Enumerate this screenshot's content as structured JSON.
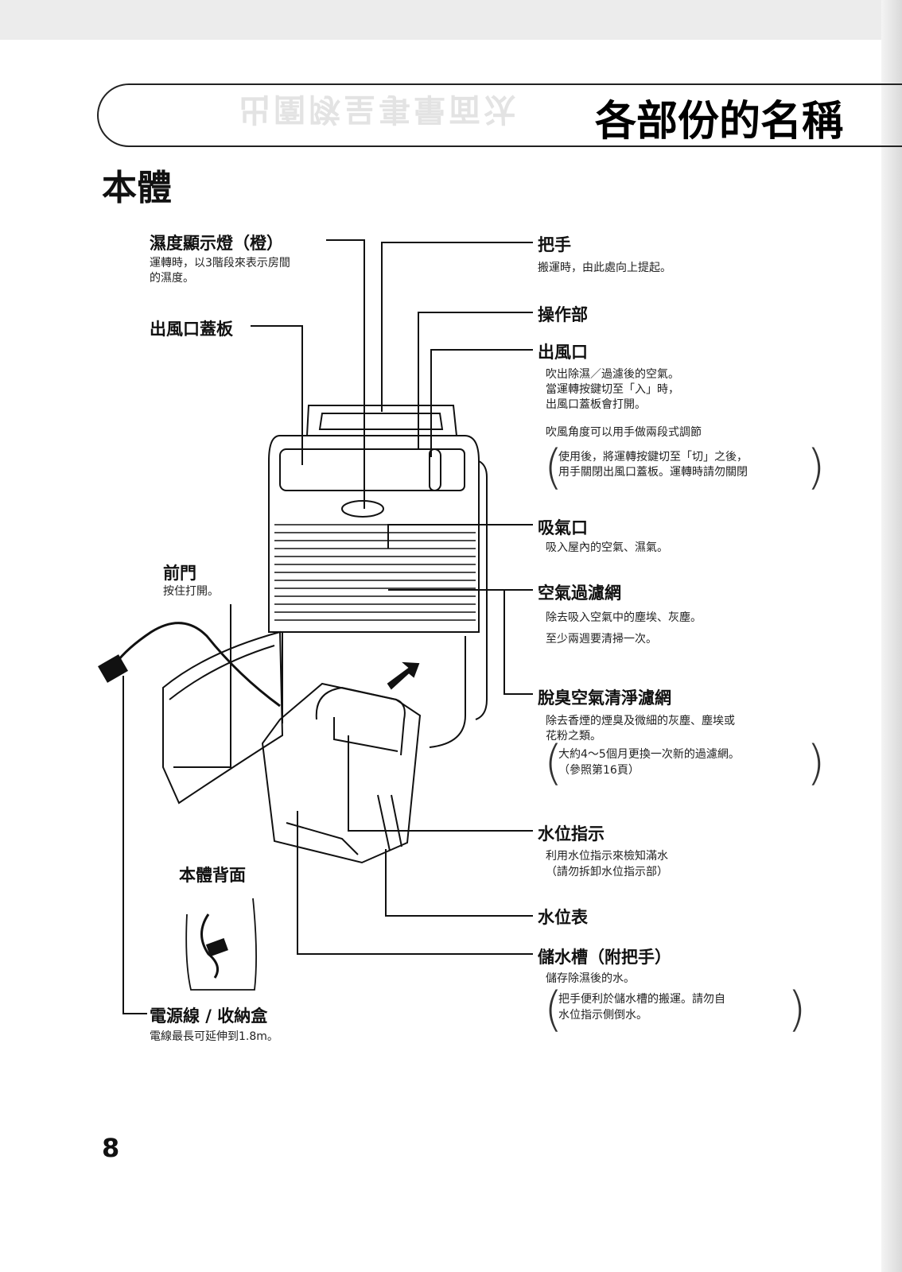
{
  "header": {
    "title": "各部份的名稱",
    "section": "本體"
  },
  "labels": {
    "humidity_lamp": {
      "title": "濕度顯示燈（橙）",
      "desc": [
        "運轉時，以3階段來表示房間",
        "的濕度。"
      ]
    },
    "outlet_cover": {
      "title": "出風口蓋板"
    },
    "front_door": {
      "title": "前門",
      "desc": [
        "按住打開。"
      ]
    },
    "back_view": {
      "title": "本體背面"
    },
    "power_cord": {
      "title": "電源線 / 收納盒",
      "desc": [
        "電線最長可延伸到1.8m。"
      ]
    },
    "handle": {
      "title": "把手",
      "desc": [
        "搬運時，由此處向上提起。"
      ]
    },
    "control": {
      "title": "操作部"
    },
    "outlet": {
      "title": "出風口",
      "desc": [
        "吹出除濕／過濾後的空氣。",
        "當運轉按鍵切至「入」時，",
        "出風口蓋板會打開。",
        "吹風角度可以用手做兩段式調節"
      ],
      "note": [
        "使用後，將運轉按鍵切至「切」之後，",
        "用手關閉出風口蓋板。運轉時請勿關閉"
      ]
    },
    "inlet": {
      "title": "吸氣口",
      "desc": [
        "吸入屋內的空氣、濕氣。"
      ]
    },
    "air_filter": {
      "title": "空氣過濾網",
      "desc": [
        "除去吸入空氣中的塵埃、灰塵。",
        "至少兩週要清掃一次。"
      ]
    },
    "deodor_filter": {
      "title": "脫臭空氣清淨濾網",
      "desc": [
        "除去香煙的煙臭及微細的灰塵、塵埃或",
        "花粉之類。"
      ],
      "note": [
        "大約4～5個月更換一次新的過濾網。",
        "（參照第16頁）"
      ]
    },
    "water_indicator": {
      "title": "水位指示",
      "desc": [
        "利用水位指示來檢知滿水",
        "（請勿拆卸水位指示部）"
      ]
    },
    "water_gauge": {
      "title": "水位表"
    },
    "tank": {
      "title": "儲水槽（附把手）",
      "desc": [
        "儲存除濕後的水。"
      ],
      "note": [
        "把手便利於儲水槽的搬運。請勿自",
        "水位指示側倒水。"
      ]
    }
  },
  "page_number": "8"
}
